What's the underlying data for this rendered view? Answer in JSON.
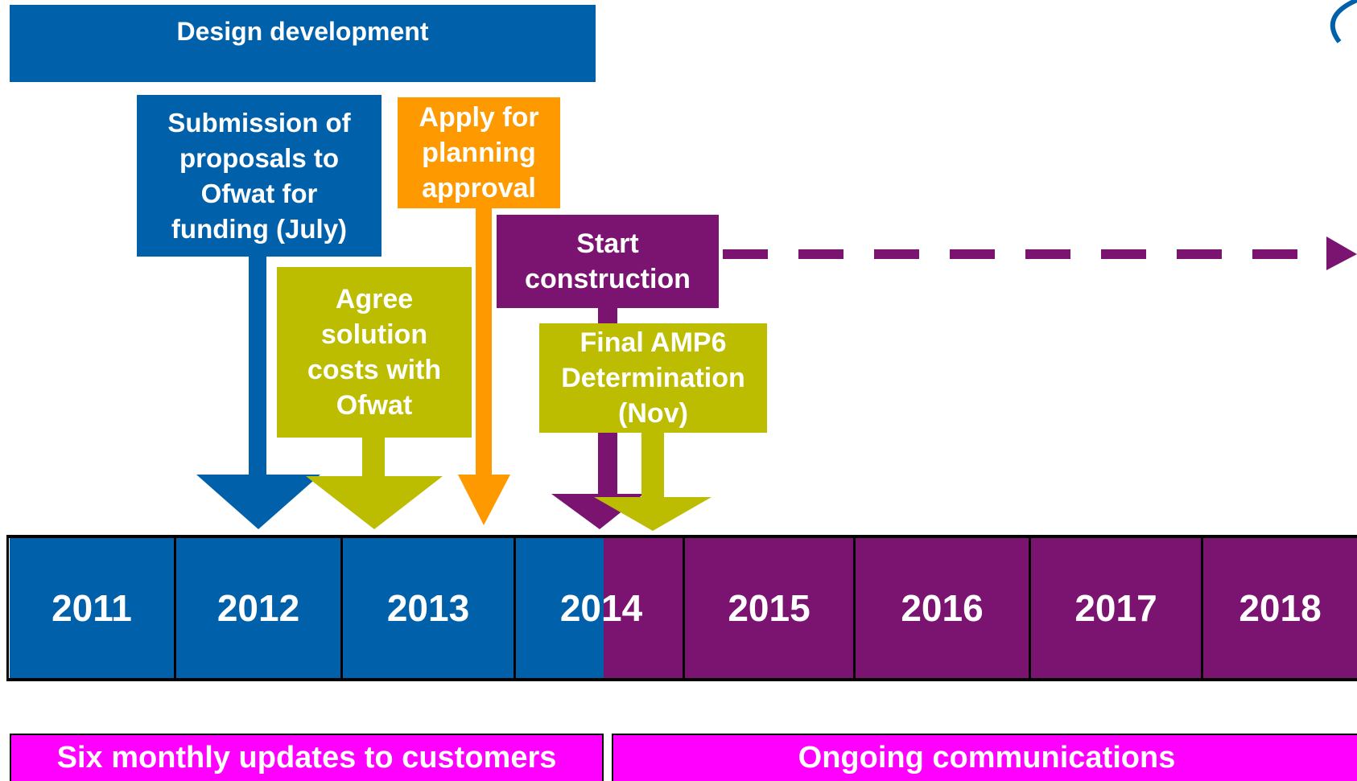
{
  "design_bar": {
    "label": "Design development"
  },
  "milestones": {
    "submission": [
      "Submission of",
      "proposals to",
      "Ofwat for",
      "funding (July)"
    ],
    "planning": [
      "Apply for",
      "planning",
      "approval"
    ],
    "agree": [
      "Agree",
      "solution",
      "costs with",
      "Ofwat"
    ],
    "construction": [
      "Start",
      "construction"
    ],
    "amp6": [
      "Final AMP6",
      "Determination",
      "(Nov)"
    ]
  },
  "timeline": {
    "years": [
      "2011",
      "2012",
      "2013",
      "2014",
      "2015",
      "2016",
      "2017",
      "2018"
    ],
    "colors": {
      "early": "#0061aa",
      "late": "#7b1370"
    }
  },
  "communications": {
    "left": "Six monthly updates to customers",
    "right": "Ongoing communications"
  },
  "colors": {
    "blue": "#0061aa",
    "orange": "#ff9900",
    "olive": "#bcbc00",
    "purple": "#7b1370",
    "magenta": "#ff00ff"
  }
}
